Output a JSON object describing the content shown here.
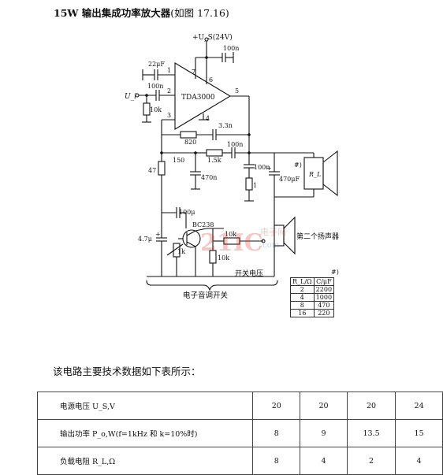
{
  "title": {
    "main": "15W 输出集成功率放大器",
    "ref": "(如图 17.16)"
  },
  "circuit": {
    "supply_label": "+U_S(24V)",
    "ic_name": "TDA3000",
    "input_label": "U_i",
    "pins": {
      "p1": "1",
      "p2": "2",
      "p3": "3",
      "p4": "4",
      "p5": "5",
      "p6": "6",
      "p7": "7"
    },
    "components": {
      "c_22u": "22μF",
      "c_100n_in": "100n",
      "r_10k_in": "10k",
      "c_100n_sup": "100n",
      "c_3n3": "3.3n",
      "r_820": "820",
      "r_150": "150",
      "r_1k5": "1.5k",
      "c_100n_fb": "100n",
      "c_470n": "470n",
      "r_47": "47",
      "c_100n_out": "100n",
      "r_1": "1",
      "c_470u": "470μF",
      "c_100u": "100μ",
      "transistor": "BC238",
      "c_4u7": "4.7μ",
      "r_1k": "1k",
      "r_10k_a": "10k",
      "r_10k_b": "10k"
    },
    "load_mark": "#)",
    "load_resistor": "R_L",
    "second_speaker": "第二个扬声器",
    "switch_voltage": "开关电压",
    "tone_switch": "电子音调开关"
  },
  "load_table": {
    "mark": "#)",
    "headers": [
      "R_L/Ω",
      "C/μF"
    ],
    "rows": [
      [
        "2",
        "2200"
      ],
      [
        "4",
        "1000"
      ],
      [
        "8",
        "470"
      ],
      [
        "16",
        "220"
      ]
    ]
  },
  "watermark": {
    "digits": "21IC",
    "cn": "电子网",
    "url": ".com"
  },
  "intro": "该电路主要技术数据如下表所示：",
  "spec_table": [
    {
      "param": "电源电压 U_S,V",
      "values": [
        "20",
        "20",
        "20",
        "24"
      ]
    },
    {
      "param": "输出功率 P_o,W(f=1kHz 和 k=10%时)",
      "values": [
        "8",
        "9",
        "13.5",
        "15"
      ]
    },
    {
      "param": "负载电阻 R_L,Ω",
      "values": [
        "8",
        "4",
        "2",
        "4"
      ]
    }
  ]
}
